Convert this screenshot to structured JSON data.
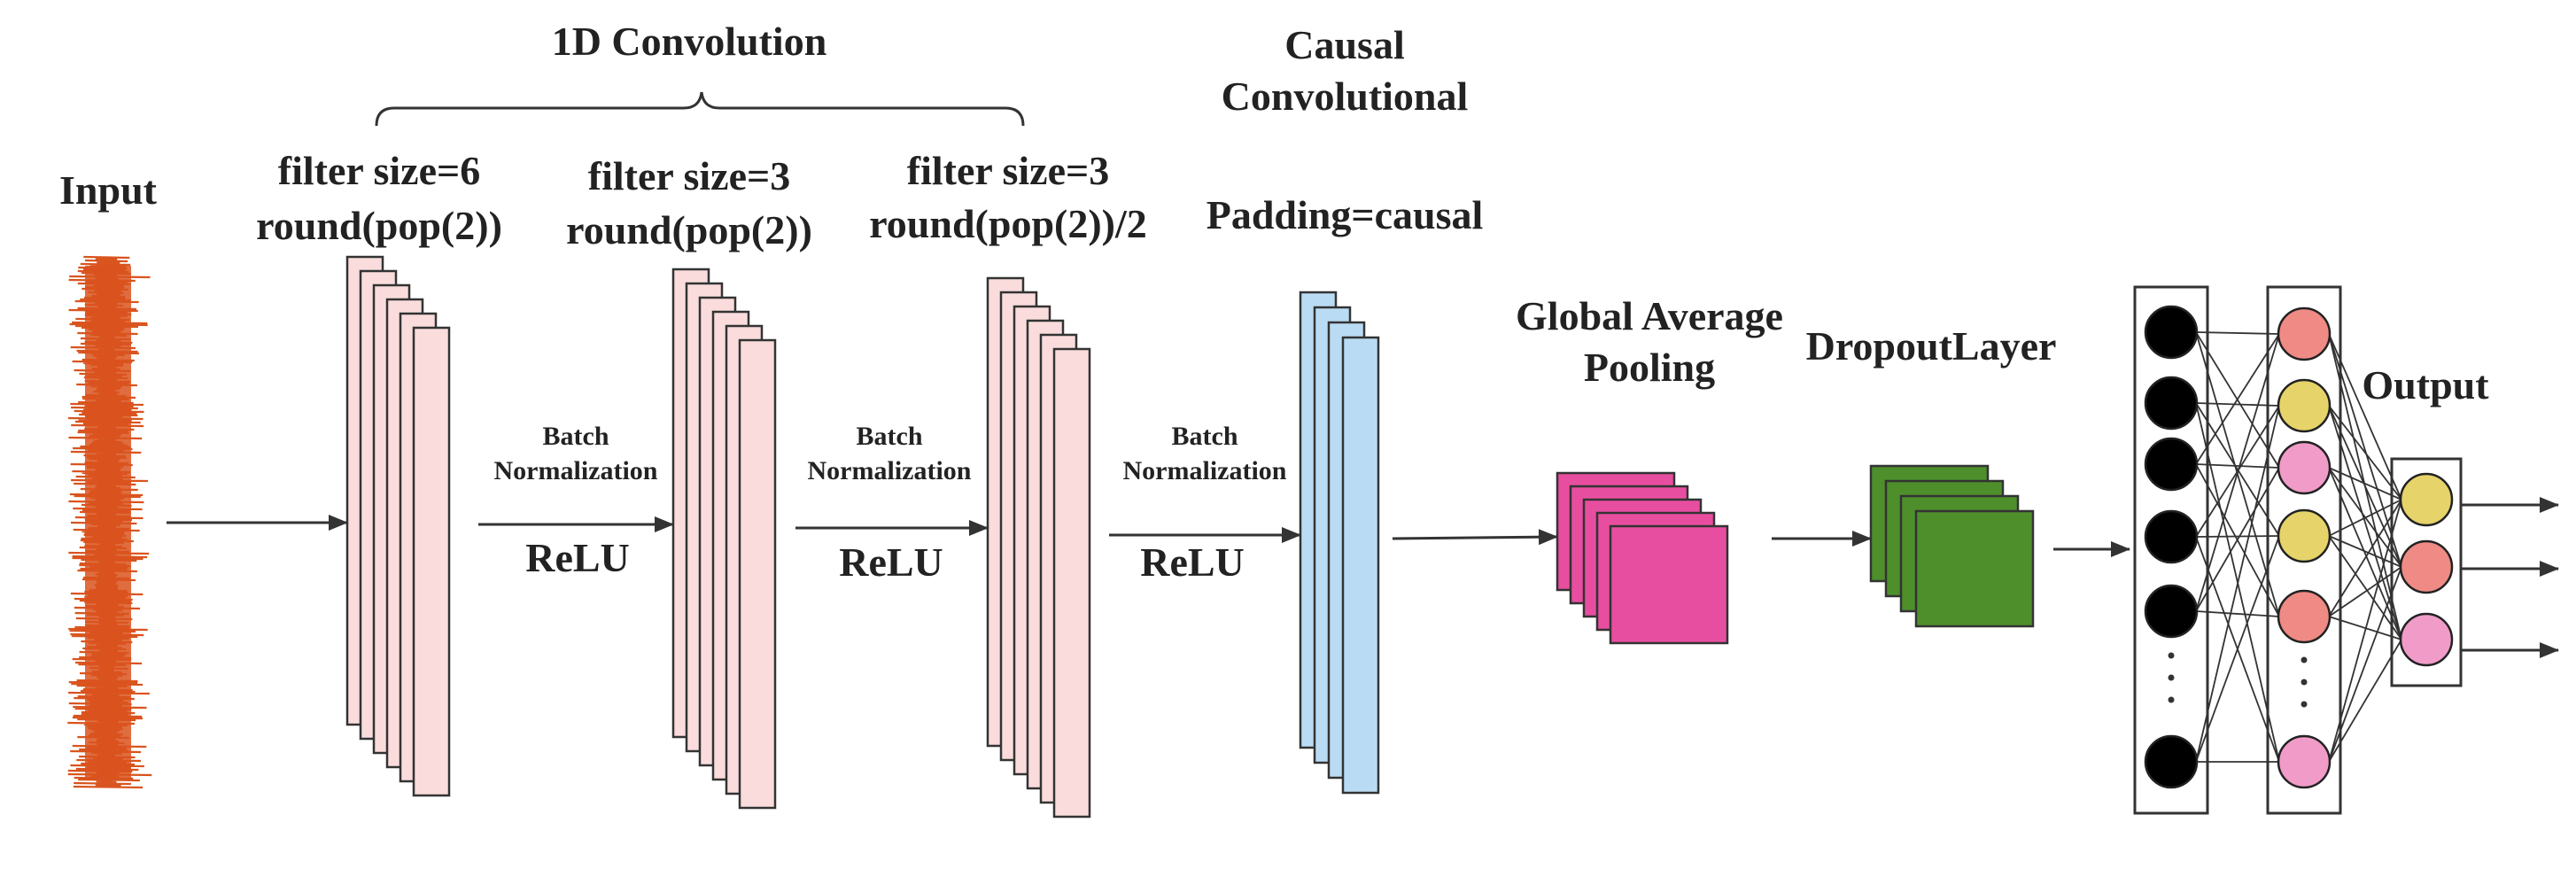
{
  "labels": {
    "input": "Input",
    "conv1d_group": "1D Convolution",
    "conv1_filter": "filter size=6",
    "conv1_filters": "round(pop(2))",
    "conv2_filter": "filter size=3",
    "conv2_filters": "round(pop(2))",
    "conv3_filter": "filter size=3",
    "conv3_filters": "round(pop(2))/2",
    "causal_line1": "Causal",
    "causal_line2": "Convolutional",
    "causal_padding": "Padding=causal",
    "bn1_line1": "Batch",
    "bn1_line2": "Normalization",
    "relu1": "ReLU",
    "bn2_line1": "Batch",
    "bn2_line2": "Normalization",
    "relu2": "ReLU",
    "bn3_line1": "Batch",
    "bn3_line2": "Normalization",
    "relu3": "ReLU",
    "gap_line1": "Global Average",
    "gap_line2": "Pooling",
    "dropout": "DropoutLayer",
    "output": "Output"
  },
  "colors": {
    "signal": "#d9541e",
    "conv_fill": "#fadcdc",
    "causal_fill": "#b9dcf4",
    "pooling_fill": "#e84ea0",
    "dropout_fill": "#4e8f2c",
    "neuron_black": "#000000",
    "neuron_salmon": "#ef8a84",
    "neuron_yellow": "#e6d36a",
    "neuron_pink": "#f09bc8"
  },
  "dense_layer_1": [
    "neuron_black",
    "neuron_black",
    "neuron_black",
    "neuron_black",
    "neuron_black",
    "neuron_black"
  ],
  "dense_layer_2": [
    "neuron_salmon",
    "neuron_yellow",
    "neuron_pink",
    "neuron_yellow",
    "neuron_salmon",
    "neuron_pink"
  ],
  "output_layer": [
    "neuron_yellow",
    "neuron_salmon",
    "neuron_pink"
  ]
}
